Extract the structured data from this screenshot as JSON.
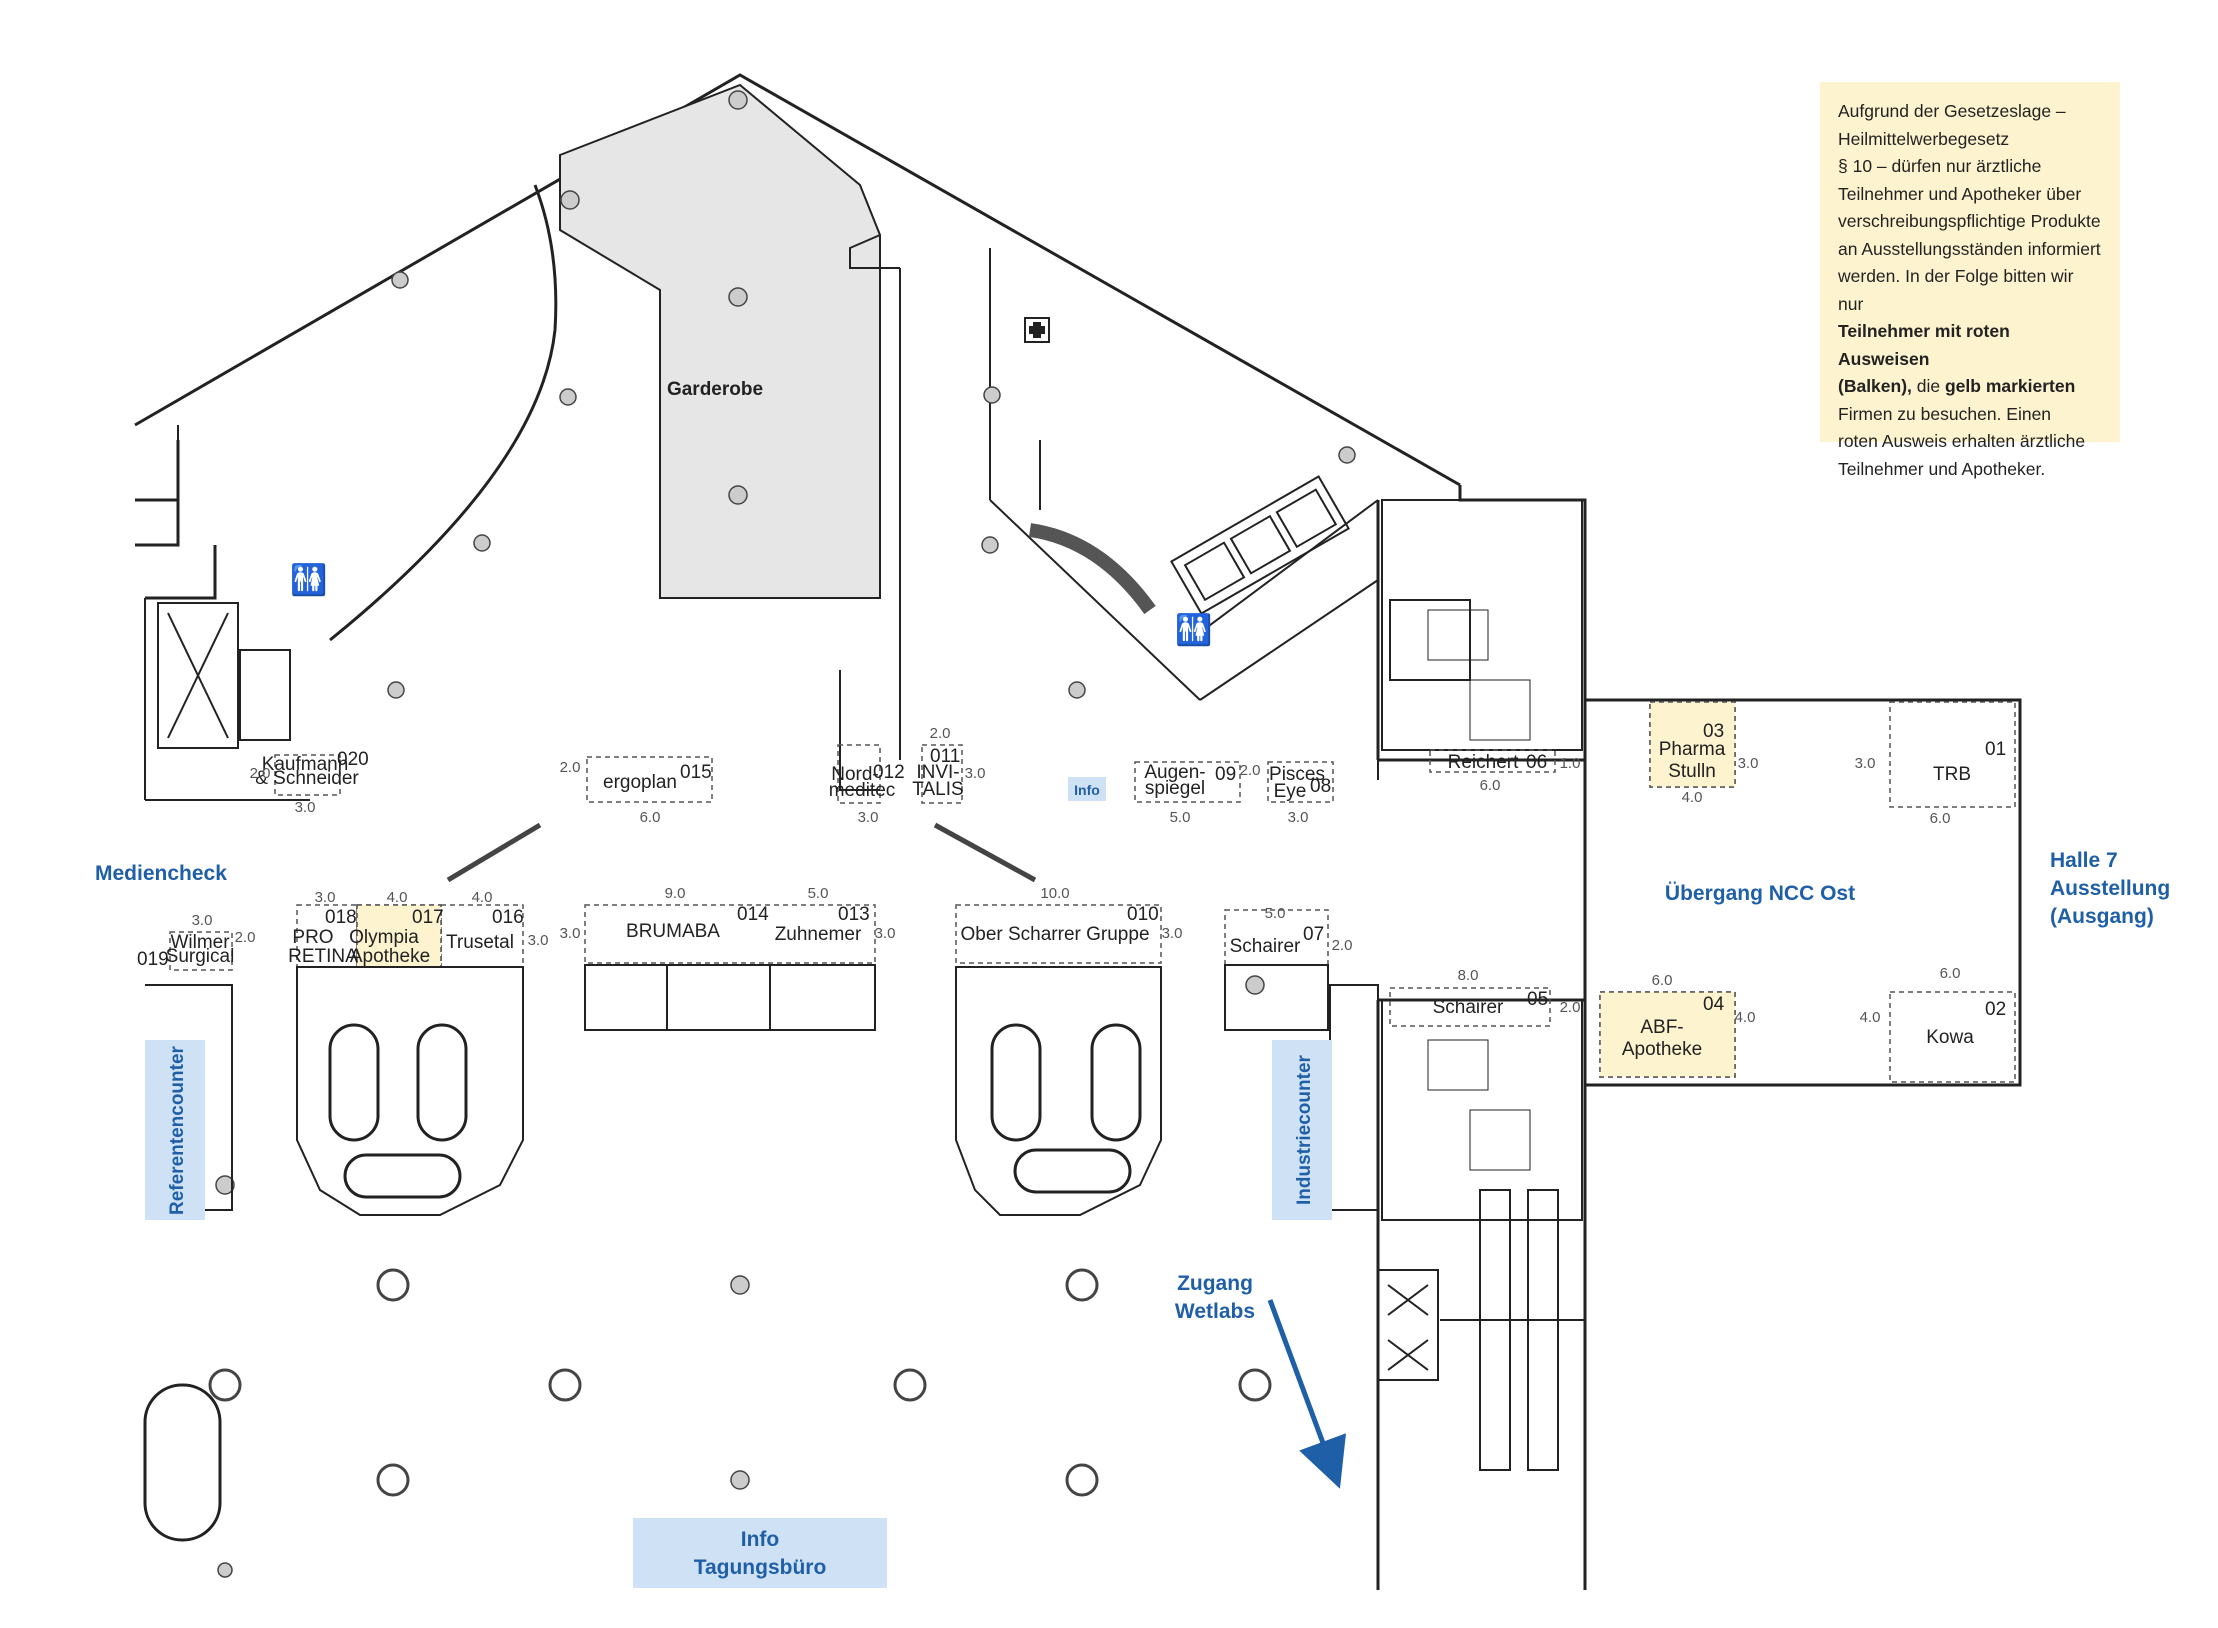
{
  "notice": {
    "l1": "Aufgrund der Gesetzeslage –",
    "l2": "Heilmittelwerbegesetz",
    "l3": "§ 10 – dürfen nur ärztliche",
    "l4": "Teilnehmer und Apotheker über",
    "l5": "verschreibungspflichtige Produkte",
    "l6": "an Ausstellungsständen informiert",
    "l7": "werden. In der Folge bitten wir nur",
    "l8": "Teilnehmer mit roten Ausweisen",
    "l9a": "(Balken),",
    "l9b": " die ",
    "l9c": "gelb markierten",
    "l10": "Firmen zu besuchen. Einen",
    "l11": "roten Ausweis erhalten ärztliche",
    "l12": "Teilnehmer und Apotheker."
  },
  "areas": {
    "garderobe": "Garderobe",
    "mediencheck": "Mediencheck",
    "referentencounter": "Referentencounter",
    "industriecounter": "Industriecounter",
    "info_small": "Info",
    "info_tagung_1": "Info",
    "info_tagung_2": "Tagungsbüro",
    "zugang_1": "Zugang",
    "zugang_2": "Wetlabs",
    "uebergang": "Übergang NCC Ost",
    "halle_1": "Halle 7",
    "halle_2": "Ausstellung",
    "halle_3": "(Ausgang)"
  },
  "booths": {
    "b01": {
      "num": "01",
      "name": "TRB",
      "w": "6.0",
      "d": "3.0"
    },
    "b02": {
      "num": "02",
      "name": "Kowa",
      "w": "6.0",
      "d": "4.0"
    },
    "b03": {
      "num": "03",
      "name1": "Pharma",
      "name2": "Stulln",
      "w": "4.0",
      "d": "3.0"
    },
    "b04": {
      "num": "04",
      "name1": "ABF-",
      "name2": "Apotheke",
      "w": "6.0",
      "d": "4.0"
    },
    "b05": {
      "num": "05",
      "name": "Schairer",
      "w": "8.0",
      "d": "2.0"
    },
    "b06": {
      "num": "06",
      "name": "Reichert",
      "w": "6.0",
      "d": "1.0"
    },
    "b07": {
      "num": "07",
      "name": "Schairer",
      "w": "5.0",
      "d": "2.0"
    },
    "b08": {
      "num": "08",
      "name1": "Pisces",
      "name2": "Eye",
      "w": "3.0",
      "d": "2.0"
    },
    "b09": {
      "num": "09",
      "name1": "Augen-",
      "name2": "spiegel",
      "w": "5.0"
    },
    "b10": {
      "num": "010",
      "name": "Ober Scharrer Gruppe",
      "w": "10.0",
      "d": "3.0"
    },
    "b11": {
      "num": "011",
      "name1": "INVI-",
      "name2": "TALIS",
      "w": "2.0",
      "d": "3.0"
    },
    "b12": {
      "num": "012",
      "name1": "Nord-",
      "name2": "meditec",
      "w": "3.0"
    },
    "b13": {
      "num": "013",
      "name": "Zuhnemer",
      "w": "5.0",
      "d": "3.0"
    },
    "b14": {
      "num": "014",
      "name": "BRUMABA",
      "w": "9.0",
      "d": "3.0"
    },
    "b15": {
      "num": "015",
      "name": "ergoplan",
      "w": "6.0",
      "d": "2.0"
    },
    "b16": {
      "num": "016",
      "name": "Trusetal",
      "w": "4.0",
      "d": "3.0"
    },
    "b17": {
      "num": "017",
      "name1": "Olympia",
      "name2": "Apotheke",
      "w": "4.0"
    },
    "b18": {
      "num": "018",
      "name1": "PRO",
      "name2": "RETINA",
      "w": "3.0"
    },
    "b19": {
      "num": "019",
      "name1": "Wilmer",
      "name2": "Surgical",
      "w": "3.0",
      "d": "2.0"
    },
    "b20": {
      "num": "020",
      "name1": "Kaufmann",
      "name2": "& Schneider",
      "w": "3.0",
      "d": "2.0"
    }
  },
  "colors": {
    "highlight": "#fdf3cf",
    "info_box": "#cfe2f5",
    "accent_blue": "#1f5fa8",
    "garderobe_fill": "#e6e6e6"
  }
}
